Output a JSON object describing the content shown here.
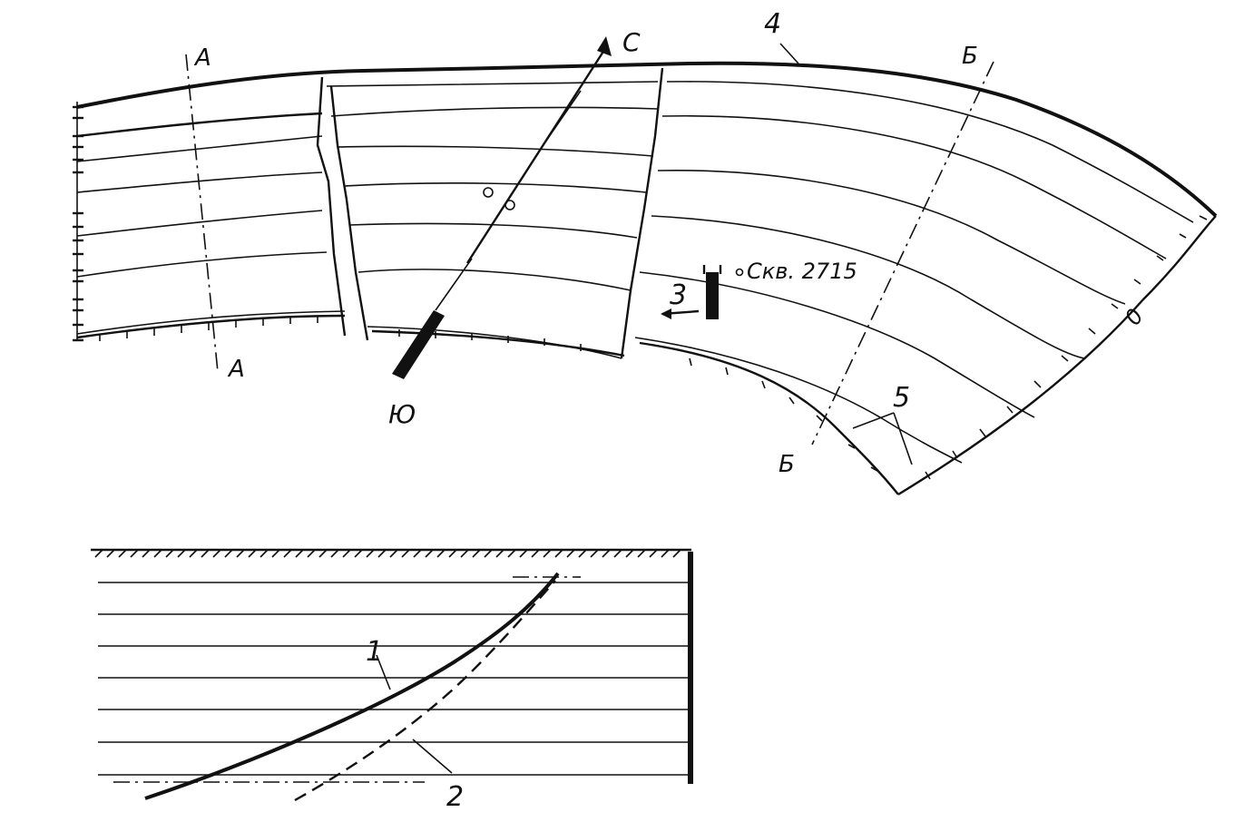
{
  "labels": {
    "section_a_top": "А",
    "section_a_bottom": "А",
    "section_b_top": "Б",
    "section_b_bottom": "Б",
    "north": "С",
    "south": "Ю",
    "callout_1": "1",
    "callout_2": "2",
    "callout_3": "3",
    "callout_4": "4",
    "callout_5": "5",
    "zero_mark": "0",
    "borehole": "Скв. 2715"
  },
  "colors": {
    "ink": "#111111",
    "paper": "#ffffff"
  }
}
